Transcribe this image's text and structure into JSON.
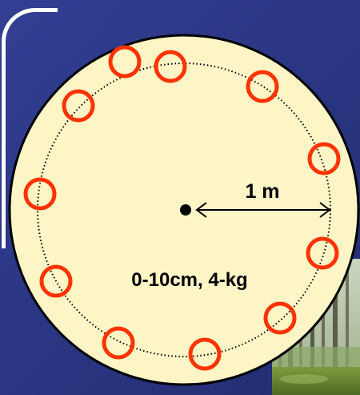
{
  "diagram": {
    "radius_label": "1 m",
    "sample_label": "0-10cm, 4-kg",
    "sample_point_count": 11,
    "colors": {
      "background": "#2b3784",
      "plot_fill": "#fdf5c6",
      "plot_outline": "#000000",
      "sample_ring": "#ff3300",
      "center_point": "#000000"
    },
    "icons": [
      "center-point-icon",
      "radius-arrow-icon",
      "sample-point-icon"
    ]
  }
}
